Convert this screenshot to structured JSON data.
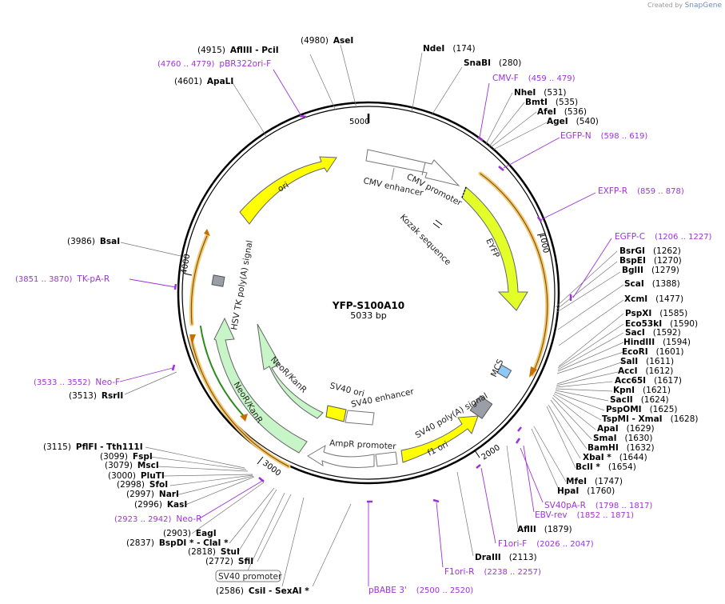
{
  "credit": {
    "prefix": "Created by",
    "brand": "SnapGene"
  },
  "plasmid": {
    "name": "YFP-S100A10",
    "size_label": "5033 bp",
    "length": 5033
  },
  "ticks": [
    "1000",
    "2000",
    "3000",
    "4000",
    "5000"
  ],
  "sites": [
    {
      "id": "asei",
      "name": "AseI",
      "pos": "(4980)"
    },
    {
      "id": "ndei",
      "name": "NdeI",
      "pos": "(174)"
    },
    {
      "id": "afliii",
      "name": "AflIII  - PciI",
      "pos": "(4915)"
    },
    {
      "id": "snabi",
      "name": "SnaBI",
      "pos": "(280)"
    },
    {
      "id": "apali",
      "name": "ApaLI",
      "pos": "(4601)"
    },
    {
      "id": "nhei",
      "name": "NheI",
      "pos": "(531)"
    },
    {
      "id": "bmti",
      "name": "BmtI",
      "pos": "(535)"
    },
    {
      "id": "afei",
      "name": "AfeI",
      "pos": "(536)"
    },
    {
      "id": "agei",
      "name": "AgeI",
      "pos": "(540)"
    },
    {
      "id": "bsai",
      "name": "BsaI",
      "pos": "(3986)"
    },
    {
      "id": "bsrgi",
      "name": "BsrGI",
      "pos": "(1262)"
    },
    {
      "id": "bspei",
      "name": "BspEI",
      "pos": "(1270)"
    },
    {
      "id": "bglii",
      "name": "BglII",
      "pos": "(1279)"
    },
    {
      "id": "scai",
      "name": "ScaI",
      "pos": "(1388)"
    },
    {
      "id": "xcmi",
      "name": "XcmI",
      "pos": "(1477)"
    },
    {
      "id": "pspxi",
      "name": "PspXI",
      "pos": "(1585)"
    },
    {
      "id": "eco53ki",
      "name": "Eco53kI",
      "pos": "(1590)"
    },
    {
      "id": "saci",
      "name": "SacI",
      "pos": "(1592)"
    },
    {
      "id": "hindiii",
      "name": "HindIII",
      "pos": "(1594)"
    },
    {
      "id": "ecori",
      "name": "EcoRI",
      "pos": "(1601)"
    },
    {
      "id": "sali",
      "name": "SalI",
      "pos": "(1611)"
    },
    {
      "id": "acci",
      "name": "AccI",
      "pos": "(1612)"
    },
    {
      "id": "acc65i",
      "name": "Acc65I",
      "pos": "(1617)"
    },
    {
      "id": "kpni",
      "name": "KpnI",
      "pos": "(1621)"
    },
    {
      "id": "sacii",
      "name": "SacII",
      "pos": "(1624)"
    },
    {
      "id": "pspomi",
      "name": "PspOMI",
      "pos": "(1625)"
    },
    {
      "id": "tspmi",
      "name": "TspMI  - XmaI",
      "pos": "(1628)"
    },
    {
      "id": "apai",
      "name": "ApaI",
      "pos": "(1629)"
    },
    {
      "id": "smai",
      "name": "SmaI",
      "pos": "(1630)"
    },
    {
      "id": "bamhi",
      "name": "BamHI",
      "pos": "(1632)"
    },
    {
      "id": "xbai",
      "name": "XbaI *",
      "pos": "(1644)"
    },
    {
      "id": "bcli",
      "name": "BclI *",
      "pos": "(1654)"
    },
    {
      "id": "rsrii",
      "name": "RsrII",
      "pos": "(3513)"
    },
    {
      "id": "mfei",
      "name": "MfeI",
      "pos": "(1747)"
    },
    {
      "id": "hpai",
      "name": "HpaI",
      "pos": "(1760)"
    },
    {
      "id": "pflfi",
      "name": "PflFI  - Tth111I",
      "pos": "(3115)"
    },
    {
      "id": "fspi",
      "name": "FspI",
      "pos": "(3099)"
    },
    {
      "id": "msci",
      "name": "MscI",
      "pos": "(3079)"
    },
    {
      "id": "pluti",
      "name": "PluTI",
      "pos": "(3000)"
    },
    {
      "id": "sfoi",
      "name": "SfoI",
      "pos": "(2998)"
    },
    {
      "id": "nari",
      "name": "NarI",
      "pos": "(2997)"
    },
    {
      "id": "kasi",
      "name": "KasI",
      "pos": "(2996)"
    },
    {
      "id": "aflii",
      "name": "AflII",
      "pos": "(1879)"
    },
    {
      "id": "eagi",
      "name": "EagI",
      "pos": "(2903)"
    },
    {
      "id": "bspdi",
      "name": "BspDI *  - ClaI *",
      "pos": "(2837)"
    },
    {
      "id": "stui",
      "name": "StuI",
      "pos": "(2818)"
    },
    {
      "id": "sfii",
      "name": "SfiI",
      "pos": "(2772)"
    },
    {
      "id": "draiii",
      "name": "DraIII",
      "pos": "(2113)"
    },
    {
      "id": "csii",
      "name": "CsiI  - SexAI *",
      "pos": "(2586)"
    }
  ],
  "primers": [
    {
      "id": "pbr322",
      "name": "pBR322ori-F",
      "range": "(4760 .. 4779)"
    },
    {
      "id": "cmvf",
      "name": "CMV-F",
      "range": "(459 .. 479)"
    },
    {
      "id": "egfpn",
      "name": "EGFP-N",
      "range": "(598 .. 619)"
    },
    {
      "id": "exfpr",
      "name": "EXFP-R",
      "range": "(859 .. 878)"
    },
    {
      "id": "egfpc",
      "name": "EGFP-C",
      "range": "(1206 .. 1227)"
    },
    {
      "id": "tkpar",
      "name": "TK-pA-R",
      "range": "(3851 .. 3870)"
    },
    {
      "id": "neof",
      "name": "Neo-F",
      "range": "(3533 .. 3552)"
    },
    {
      "id": "neor",
      "name": "Neo-R",
      "range": "(2923 .. 2942)"
    },
    {
      "id": "sv40par",
      "name": "SV40pA-R",
      "range": "(1798 .. 1817)"
    },
    {
      "id": "ebvrev",
      "name": "EBV-rev",
      "range": "(1852 .. 1871)"
    },
    {
      "id": "f1orif",
      "name": "F1ori-F",
      "range": "(2026 .. 2047)"
    },
    {
      "id": "f1orir",
      "name": "F1ori-R",
      "range": "(2238 .. 2257)"
    },
    {
      "id": "pbabe",
      "name": "pBABE 3'",
      "range": "(2500 .. 2520)"
    }
  ],
  "features": {
    "cmv_enhancer": "CMV enhancer",
    "cmv_promoter": "CMV promoter",
    "kozak": "Kozak sequence",
    "eyfp": "EYFP",
    "mcs": "MCS",
    "sv40_polya": "SV40 poly(A) signal",
    "f1_ori": "f1 ori",
    "sv40_ori": "SV40 ori",
    "sv40_enhancer": "SV40 enhancer",
    "ampr_promoter": "AmpR promoter",
    "sv40_promoter": "SV40 promoter",
    "neor_inner": "NeoR/KanR",
    "neor_outer": "NeoR/KanR",
    "hsv_tk": "HSV TK poly(A) signal",
    "ori": "ori"
  },
  "colors": {
    "enzyme": "#000000",
    "primer": "#9d33d6",
    "eyfp": "#e3ff2a",
    "ori": "#ffff00",
    "neo": "#c8f5c8",
    "orange": "#f0a030"
  }
}
